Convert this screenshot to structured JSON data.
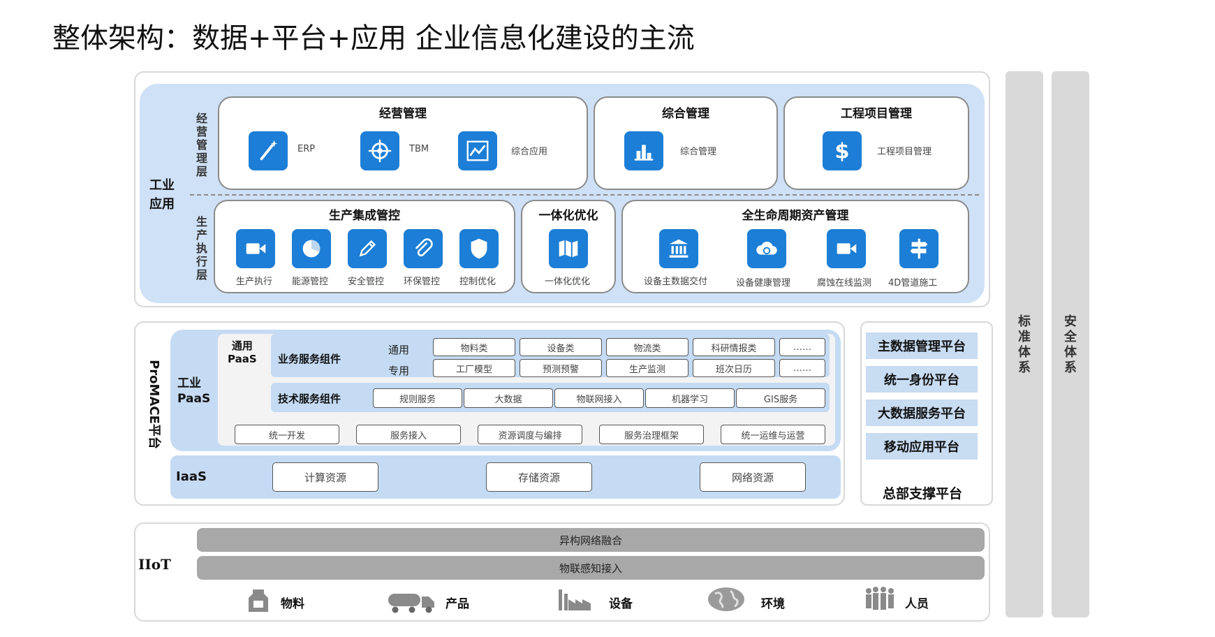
{
  "title": "整体架构：数据+平台+应用  企业信息化建设的主流",
  "app_layer": {
    "label": "工业\n应用",
    "mgmt_layer_label": "经营管理层",
    "exec_layer_label": "生产执行层",
    "cards": {
      "business": {
        "title": "经营管理",
        "items": [
          {
            "label": "ERP",
            "icon": "magic-wand-icon"
          },
          {
            "label": "TBM",
            "icon": "target-icon"
          },
          {
            "label": "综合应用",
            "icon": "line-chart-icon"
          }
        ]
      },
      "general": {
        "title": "综合管理",
        "items": [
          {
            "label": "综合管理",
            "icon": "bar-chart-icon"
          }
        ]
      },
      "project": {
        "title": "工程项目管理",
        "items": [
          {
            "label": "工程项目管理",
            "icon": "dollar-icon"
          }
        ]
      },
      "production": {
        "title": "生产集成管控",
        "items": [
          {
            "label": "生产执行",
            "icon": "video-camera-icon"
          },
          {
            "label": "能源管控",
            "icon": "pie-chart-icon"
          },
          {
            "label": "安全管控",
            "icon": "pencil-icon"
          },
          {
            "label": "环保管控",
            "icon": "paperclip-icon"
          },
          {
            "label": "控制优化",
            "icon": "shield-icon"
          }
        ]
      },
      "integration": {
        "title": "一体化优化",
        "items": [
          {
            "label": "一体化优化",
            "icon": "map-icon"
          }
        ]
      },
      "lifecycle": {
        "title": "全生命周期资产管理",
        "items": [
          {
            "label": "设备主数据交付",
            "icon": "bank-icon"
          },
          {
            "label": "设备健康管理",
            "icon": "cloud-sync-icon"
          },
          {
            "label": "腐蚀在线监测",
            "icon": "video-camera-icon"
          },
          {
            "label": "4D管道施工",
            "icon": "signpost-icon"
          }
        ]
      }
    }
  },
  "platform": {
    "vertical_label": "ProMACE平台",
    "industrial_paas": "工业\nPaaS",
    "general_paas": "通用\nPaaS",
    "biz_components": "业务服务组件",
    "tech_components": "技术服务组件",
    "row_general": "通用",
    "row_special": "专用",
    "general_items": [
      "物料类",
      "设备类",
      "物流类",
      "科研情报类",
      "……"
    ],
    "special_items": [
      "工厂模型",
      "预测预警",
      "生产监测",
      "班次日历",
      "……"
    ],
    "tech_items": [
      "规则服务",
      "大数据",
      "物联网接入",
      "机器学习",
      "GIS服务"
    ],
    "base_items": [
      "统一开发",
      "服务接入",
      "资源调度与编排",
      "服务治理框架",
      "统一运维与运营"
    ],
    "iaas_label": "IaaS",
    "iaas_items": [
      "计算资源",
      "存储资源",
      "网络资源"
    ]
  },
  "hq": {
    "items": [
      "主数据管理平台",
      "统一身份平台",
      "大数据服务平台",
      "移动应用平台"
    ],
    "label": "总部支撑平台"
  },
  "side": {
    "standards": "标准体系",
    "security": "安全体系"
  },
  "iiot": {
    "label": "IIoT",
    "bars": [
      "异构网络融合",
      "物联感知接入"
    ],
    "items": [
      {
        "label": "物料",
        "icon": "material-icon"
      },
      {
        "label": "产品",
        "icon": "tanker-truck-icon"
      },
      {
        "label": "设备",
        "icon": "factory-icon"
      },
      {
        "label": "环境",
        "icon": "globe-icon"
      },
      {
        "label": "人员",
        "icon": "people-icon"
      }
    ]
  },
  "colors": {
    "accent": "#1c7ed6",
    "panel": "#cfe1f6",
    "hq_item": "#c8dcf2",
    "gray_bar": "#a8a8a8",
    "side_col": "#d9d9d9"
  }
}
